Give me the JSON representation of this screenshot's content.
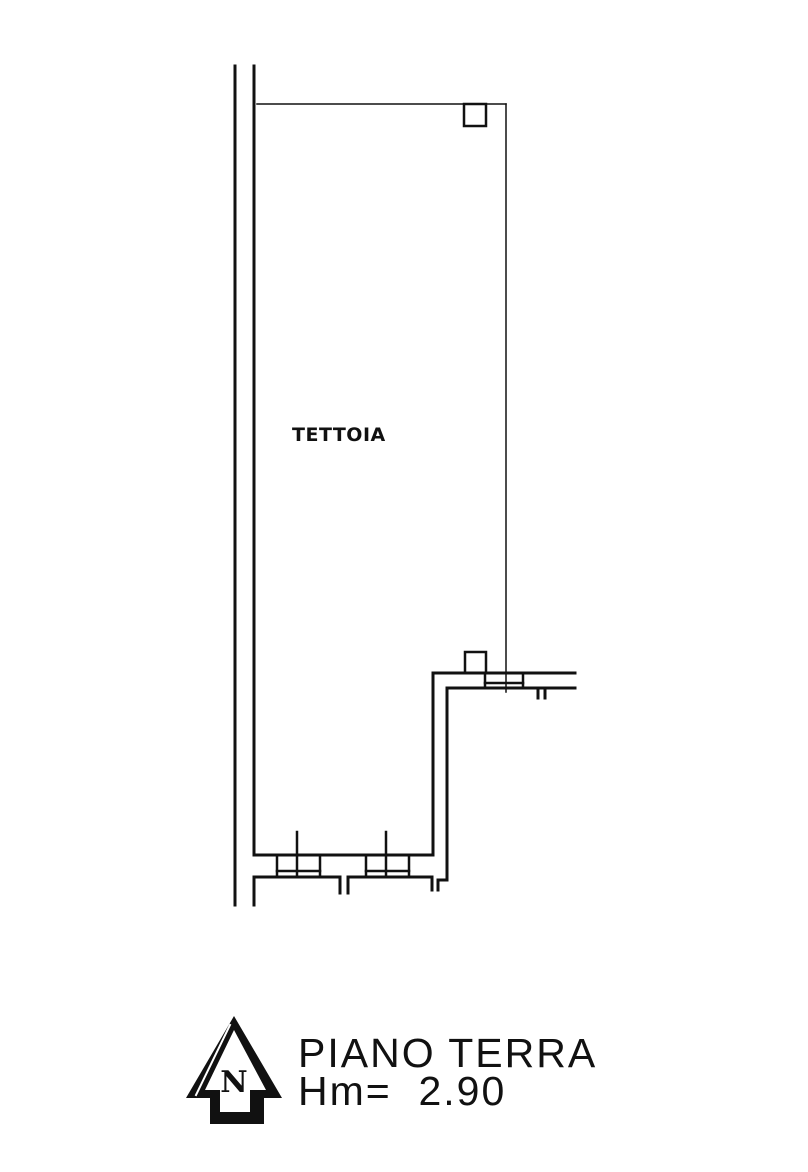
{
  "plan": {
    "room_label": "TETTOIA",
    "floor_title": "PIANO TERRA",
    "height_label": "Hm=  2.90",
    "north_letter": "N"
  }
}
